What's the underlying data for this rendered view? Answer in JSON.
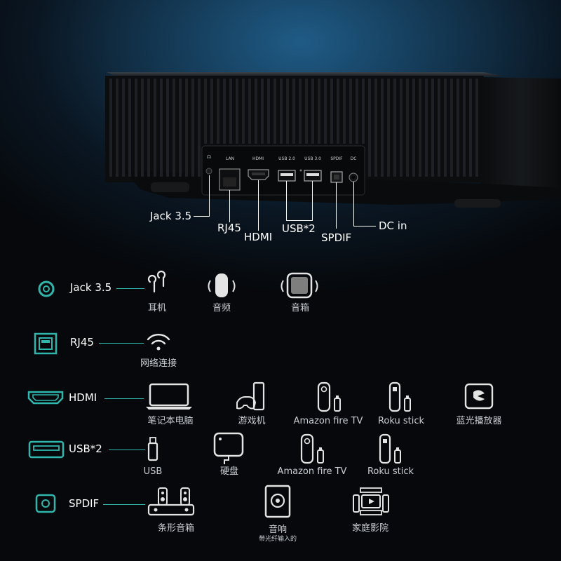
{
  "device": {
    "port_labels": [
      "LAN",
      "HDMI",
      "USB 2.0",
      "USB 3.0",
      "SPDIF",
      "DC"
    ]
  },
  "callouts": {
    "jack": "Jack 3.5",
    "rj45": "RJ45",
    "hdmi": "HDMI",
    "usb": "USB*2",
    "spdif": "SPDIF",
    "dc": "DC in"
  },
  "rows": {
    "jack": {
      "label": "Jack 3.5",
      "items": [
        "耳机",
        "音频",
        "音箱"
      ]
    },
    "rj45": {
      "label": "RJ45",
      "items": [
        "网络连接"
      ]
    },
    "hdmi": {
      "label": "HDMI",
      "items": [
        "笔记本电脑",
        "游戏机",
        "Amazon fire TV",
        "Roku stick",
        "蓝光播放器"
      ]
    },
    "usb": {
      "label": "USB*2",
      "items": [
        "USB",
        "硬盘",
        "Amazon fire TV",
        "Roku stick"
      ]
    },
    "spdif": {
      "label": "SPDIF",
      "items": [
        "条形音箱",
        "音响",
        "家庭影院"
      ],
      "note": "带光纤输入的"
    }
  },
  "colors": {
    "accent": "#2fb6ad",
    "device": "#0d0f11",
    "text": "#ffffff",
    "caption": "#c9ced3"
  }
}
